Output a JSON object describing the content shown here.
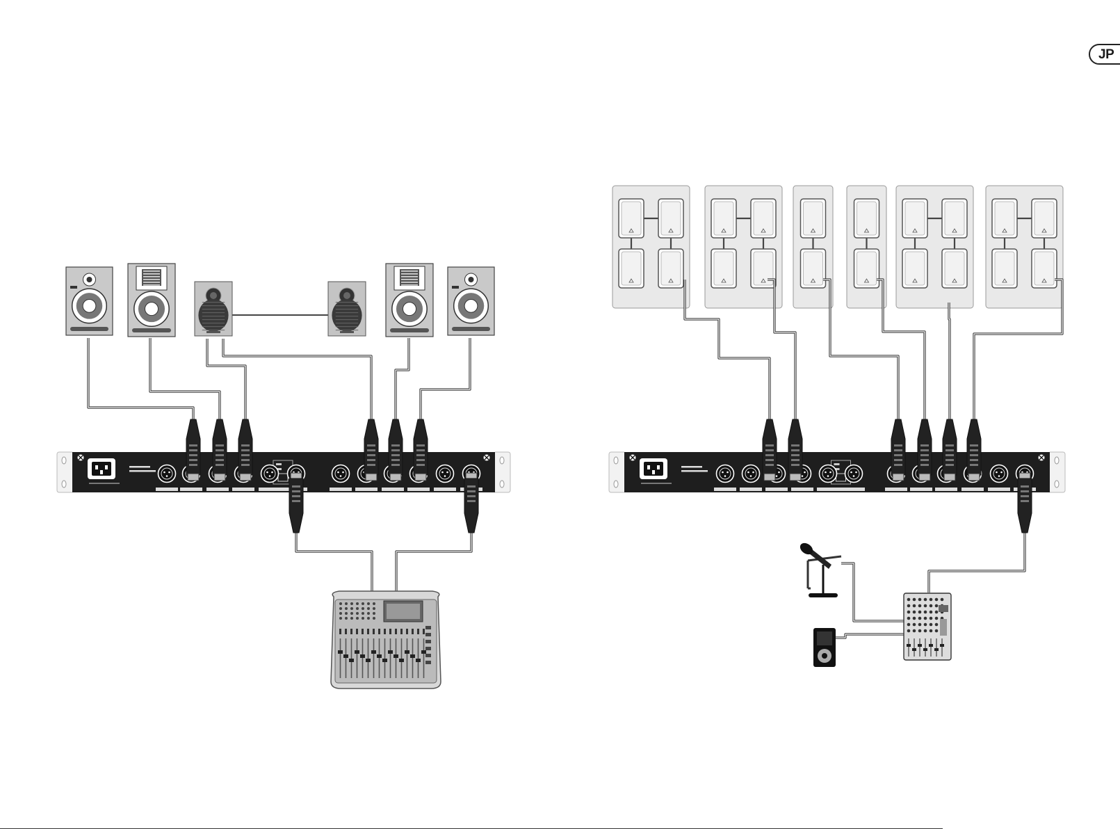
{
  "page": {
    "language_badge": "JP"
  },
  "figure_left": {
    "device": "rack-crossover-unit",
    "speakers": [
      "studio-monitor",
      "studio-monitor",
      "subwoofer",
      "subwoofer",
      "studio-monitor",
      "studio-monitor"
    ],
    "source": "digital-mixing-console"
  },
  "figure_right": {
    "device": "rack-crossover-unit",
    "speaker_panels": 6,
    "sources": [
      "microphone",
      "media-player",
      "analog-mixer"
    ]
  },
  "colors": {
    "rack": "#1e1e1e",
    "panel_fill": "#e9e9e9",
    "cable": "#333333",
    "speaker_face": "#c9c9c9"
  }
}
